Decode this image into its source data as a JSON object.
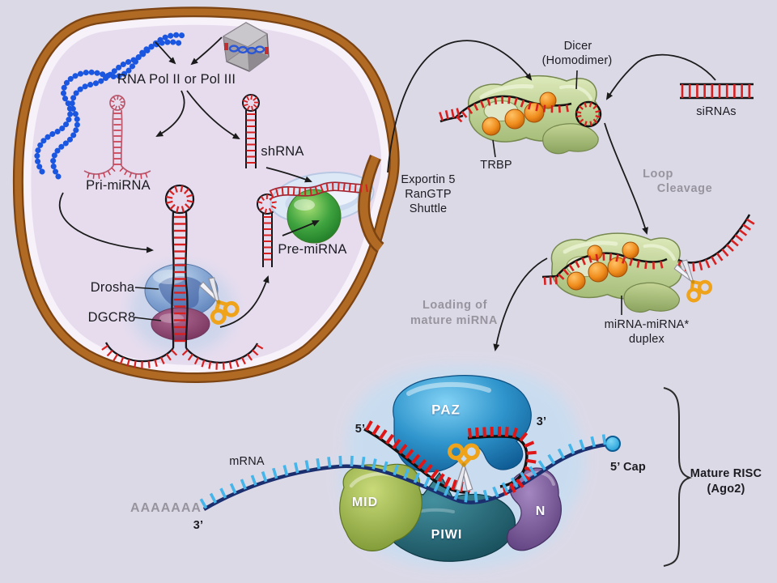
{
  "labels": {
    "rna_pol": "RNA Pol II or Pol III",
    "pri_mirna": "Pri-miRNA",
    "shrna": "shRNA",
    "drosha": "Drosha",
    "dgcr8": "DGCR8",
    "pre_mirna": "Pre-miRNA",
    "exportin": [
      "Exportin 5",
      "RanGTP",
      "Shuttle"
    ],
    "dicer": [
      "Dicer",
      "(Homodimer)"
    ],
    "trbp": "TRBP",
    "sirnas": "siRNAs",
    "loop_cleavage": [
      "Loop",
      "Cleavage"
    ],
    "mirna_duplex": [
      "miRNA-miRNA*",
      "duplex"
    ],
    "loading": [
      "Loading of",
      "mature miRNA"
    ],
    "paz": "PAZ",
    "mid": "MID",
    "piwi": "PIWI",
    "n_domain": "N",
    "guide_5p": "5’",
    "guide_3p": "3’",
    "cap": "5’ Cap",
    "mrna": "mRNA",
    "poly_a": "AAAAAAA",
    "mrna_3p": "3’",
    "mature_risc": [
      "Mature RISC",
      "(Ago2)"
    ]
  },
  "icons": {
    "scissors": "scissors-icon",
    "virus": "virus-capsid-icon",
    "dna": "dna-helix-icon"
  },
  "colors": {
    "background": "#dcd9e7",
    "nucleoplasm": "#e6dcee",
    "membrane_brown": "#a9611f",
    "dna_blue": "#1a56e0",
    "rna_red": "#d92020",
    "dicer_green": "#b5c98a",
    "trbp_orange": "#ef8c1c",
    "exportin_green": "#3fa33f",
    "drosha_blue": "#7b9dce",
    "dgcr8_purple": "#8c4a72",
    "paz_blue": "#2f95cc",
    "mid_olive": "#8aa23c",
    "piwi_teal": "#256b7a",
    "n_purple": "#6d4f8c",
    "mrna_navy": "#1b2f6e",
    "mrna_tick_blue": "#45b5ea",
    "gray_text": "#97949e"
  }
}
